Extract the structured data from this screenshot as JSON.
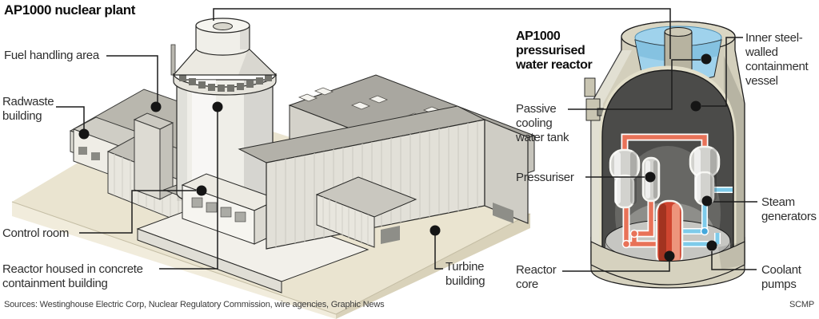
{
  "plant": {
    "title": "AP1000 nuclear plant",
    "labels": {
      "fuel_handling": "Fuel handling area",
      "radwaste": "Radwaste building",
      "control_room": "Control room",
      "reactor_housed": "Reactor housed in concrete containment building",
      "turbine": "Turbine building"
    }
  },
  "reactor": {
    "title": "AP1000 pressurised water reactor",
    "labels": {
      "passive_cooling": "Passive cooling water tank",
      "pressuriser": "Pressuriser",
      "reactor_core": "Reactor core",
      "inner_vessel": "Inner steel-walled containment vessel",
      "steam_generators": "Steam generators",
      "coolant_pumps": "Coolant pumps"
    }
  },
  "footer": {
    "sources": "Sources: Westinghouse Electric Corp, Nuclear Regulatory Commission, wire agencies, Graphic News",
    "credit": "SCMP"
  },
  "colors": {
    "hot_pipe": "#e87258",
    "cold_pipe": "#7ecbea",
    "water": "#9fd2ec",
    "core": "#cf4530",
    "vessel_tan": "#d3cfbc",
    "platform_beige": "#eae4d0",
    "callout": "#151515"
  }
}
